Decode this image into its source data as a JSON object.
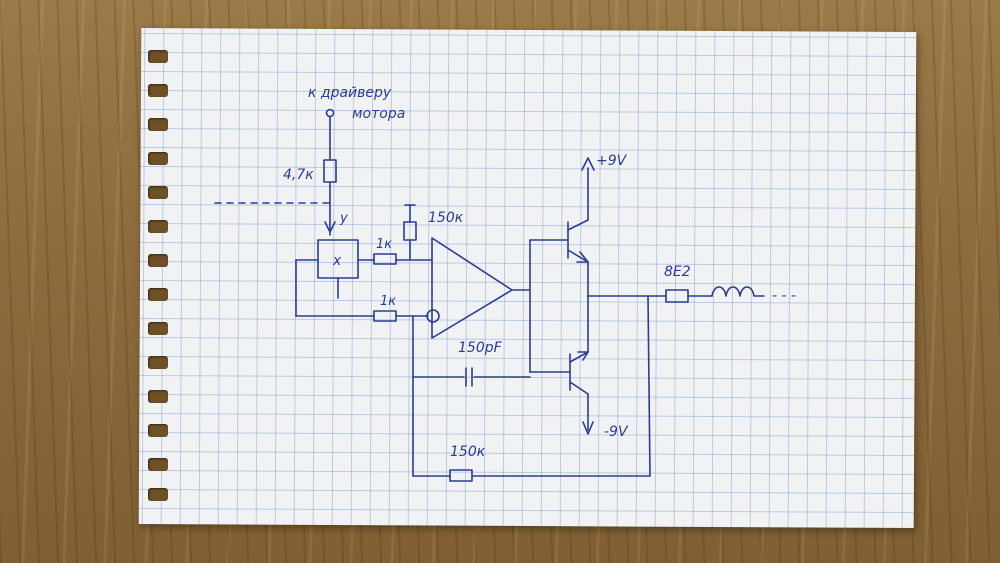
{
  "labels": {
    "driver_line1": "к драйверу",
    "driver_line2": "мотора",
    "r_47k": "4,7к",
    "r_150k_top": "150к",
    "r_1k_a": "1к",
    "r_1k_b": "1к",
    "plus_9v": "+9V",
    "minus_9v": "-9V",
    "speaker": "8E2",
    "cap_150pf": "150pF",
    "r_150k_bottom": "150к",
    "pot_x": "x",
    "pot_y": "y",
    "trail": "- - -"
  },
  "colors": {
    "ink": "#2a3d8f",
    "paper": "#f1f2f4",
    "grid": "#5a82be",
    "wood": "#8c6b3d"
  }
}
